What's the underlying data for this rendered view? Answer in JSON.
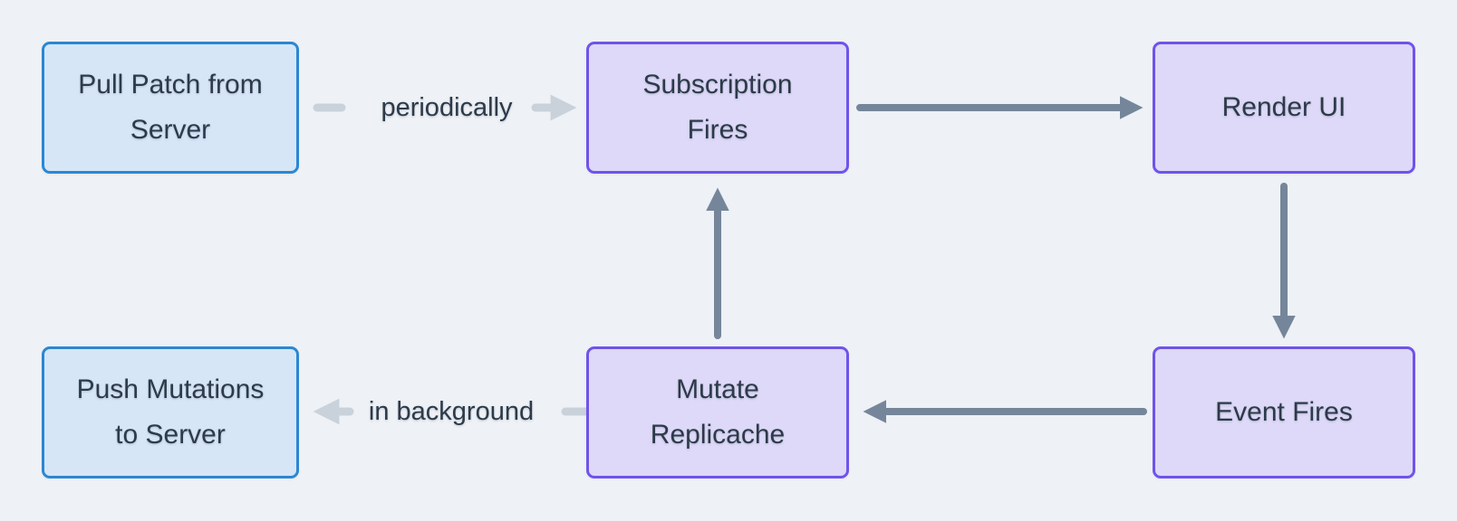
{
  "diagram": {
    "title_semantic": "replicache-data-flow",
    "nodes": {
      "pull_patch": {
        "label": "Pull Patch from\nServer",
        "kind": "server-sync"
      },
      "subscription_fires": {
        "label": "Subscription\nFires",
        "kind": "client-loop"
      },
      "render_ui": {
        "label": "Render UI",
        "kind": "client-loop"
      },
      "push_mutations": {
        "label": "Push Mutations\nto Server",
        "kind": "server-sync"
      },
      "mutate_replicache": {
        "label": "Mutate\nReplicache",
        "kind": "client-loop"
      },
      "event_fires": {
        "label": "Event Fires",
        "kind": "client-loop"
      }
    },
    "edge_labels": {
      "periodically": "periodically",
      "in_background": "in background"
    },
    "edges": [
      {
        "from": "pull_patch",
        "to": "subscription_fires",
        "label": "periodically",
        "style": "light"
      },
      {
        "from": "subscription_fires",
        "to": "render_ui",
        "label": "",
        "style": "dark"
      },
      {
        "from": "render_ui",
        "to": "event_fires",
        "label": "",
        "style": "dark"
      },
      {
        "from": "event_fires",
        "to": "mutate_replicache",
        "label": "",
        "style": "dark"
      },
      {
        "from": "mutate_replicache",
        "to": "subscription_fires",
        "label": "",
        "style": "dark"
      },
      {
        "from": "mutate_replicache",
        "to": "push_mutations",
        "label": "in background",
        "style": "light"
      }
    ],
    "colors": {
      "background": "#eef1f5",
      "blue_fill": "#d6e6f7",
      "blue_border": "#2b87d3",
      "purple_fill": "#ded9f8",
      "purple_border": "#7053ec",
      "dark_arrow": "#75869a",
      "light_arrow": "#c9d2db",
      "text": "#2d3a49"
    }
  }
}
